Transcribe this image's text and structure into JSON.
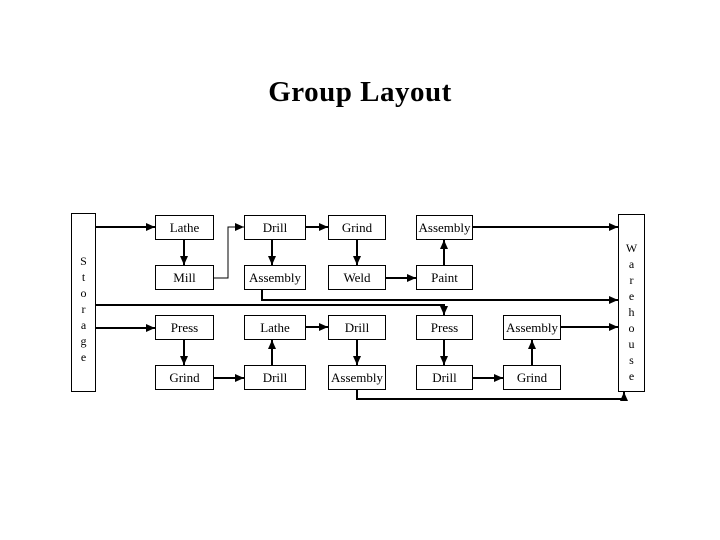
{
  "title": "Group Layout",
  "colors": {
    "line": "#000000",
    "background": "#ffffff",
    "text": "#000000"
  },
  "storage": {
    "label": "Storage"
  },
  "warehouse": {
    "label": "Warehouse"
  },
  "cells": [
    {
      "id": "r1c1",
      "label": "Lathe"
    },
    {
      "id": "r1c2",
      "label": "Drill"
    },
    {
      "id": "r1c3",
      "label": "Grind"
    },
    {
      "id": "r1c4",
      "label": "Assembly"
    },
    {
      "id": "r2c1",
      "label": "Mill"
    },
    {
      "id": "r2c2",
      "label": "Assembly"
    },
    {
      "id": "r2c3",
      "label": "Weld"
    },
    {
      "id": "r2c4",
      "label": "Paint"
    },
    {
      "id": "r3c1",
      "label": "Press"
    },
    {
      "id": "r3c2",
      "label": "Lathe"
    },
    {
      "id": "r3c3",
      "label": "Drill"
    },
    {
      "id": "r3c4",
      "label": "Press"
    },
    {
      "id": "r3c5",
      "label": "Assembly"
    },
    {
      "id": "r4c1",
      "label": "Grind"
    },
    {
      "id": "r4c2",
      "label": "Drill"
    },
    {
      "id": "r4c3",
      "label": "Assembly"
    },
    {
      "id": "r4c4",
      "label": "Drill"
    },
    {
      "id": "r4c5",
      "label": "Grind"
    }
  ],
  "connections": [
    {
      "from": "storage",
      "to": "r1c1"
    },
    {
      "from": "r1c1",
      "to": "r2c1"
    },
    {
      "from": "r2c1",
      "to": "r1c2"
    },
    {
      "from": "r1c2",
      "to": "r2c2"
    },
    {
      "from": "r1c2",
      "to": "r1c3"
    },
    {
      "from": "r1c3",
      "to": "r2c3"
    },
    {
      "from": "r2c3",
      "to": "r2c4"
    },
    {
      "from": "r2c4",
      "to": "r1c4"
    },
    {
      "from": "r1c4",
      "to": "warehouse"
    },
    {
      "from": "r2c2",
      "to": "warehouse"
    },
    {
      "from": "storage",
      "to": "r3c4"
    },
    {
      "from": "storage",
      "to": "r3c1"
    },
    {
      "from": "r3c1",
      "to": "r4c1"
    },
    {
      "from": "r4c1",
      "to": "r4c2"
    },
    {
      "from": "r4c2",
      "to": "r3c2"
    },
    {
      "from": "r3c2",
      "to": "r3c3"
    },
    {
      "from": "r3c3",
      "to": "r4c3"
    },
    {
      "from": "r4c3",
      "to": "warehouse"
    },
    {
      "from": "r3c4",
      "to": "r4c4"
    },
    {
      "from": "r4c4",
      "to": "r4c5"
    },
    {
      "from": "r4c5",
      "to": "r3c5"
    },
    {
      "from": "r3c5",
      "to": "warehouse"
    }
  ]
}
